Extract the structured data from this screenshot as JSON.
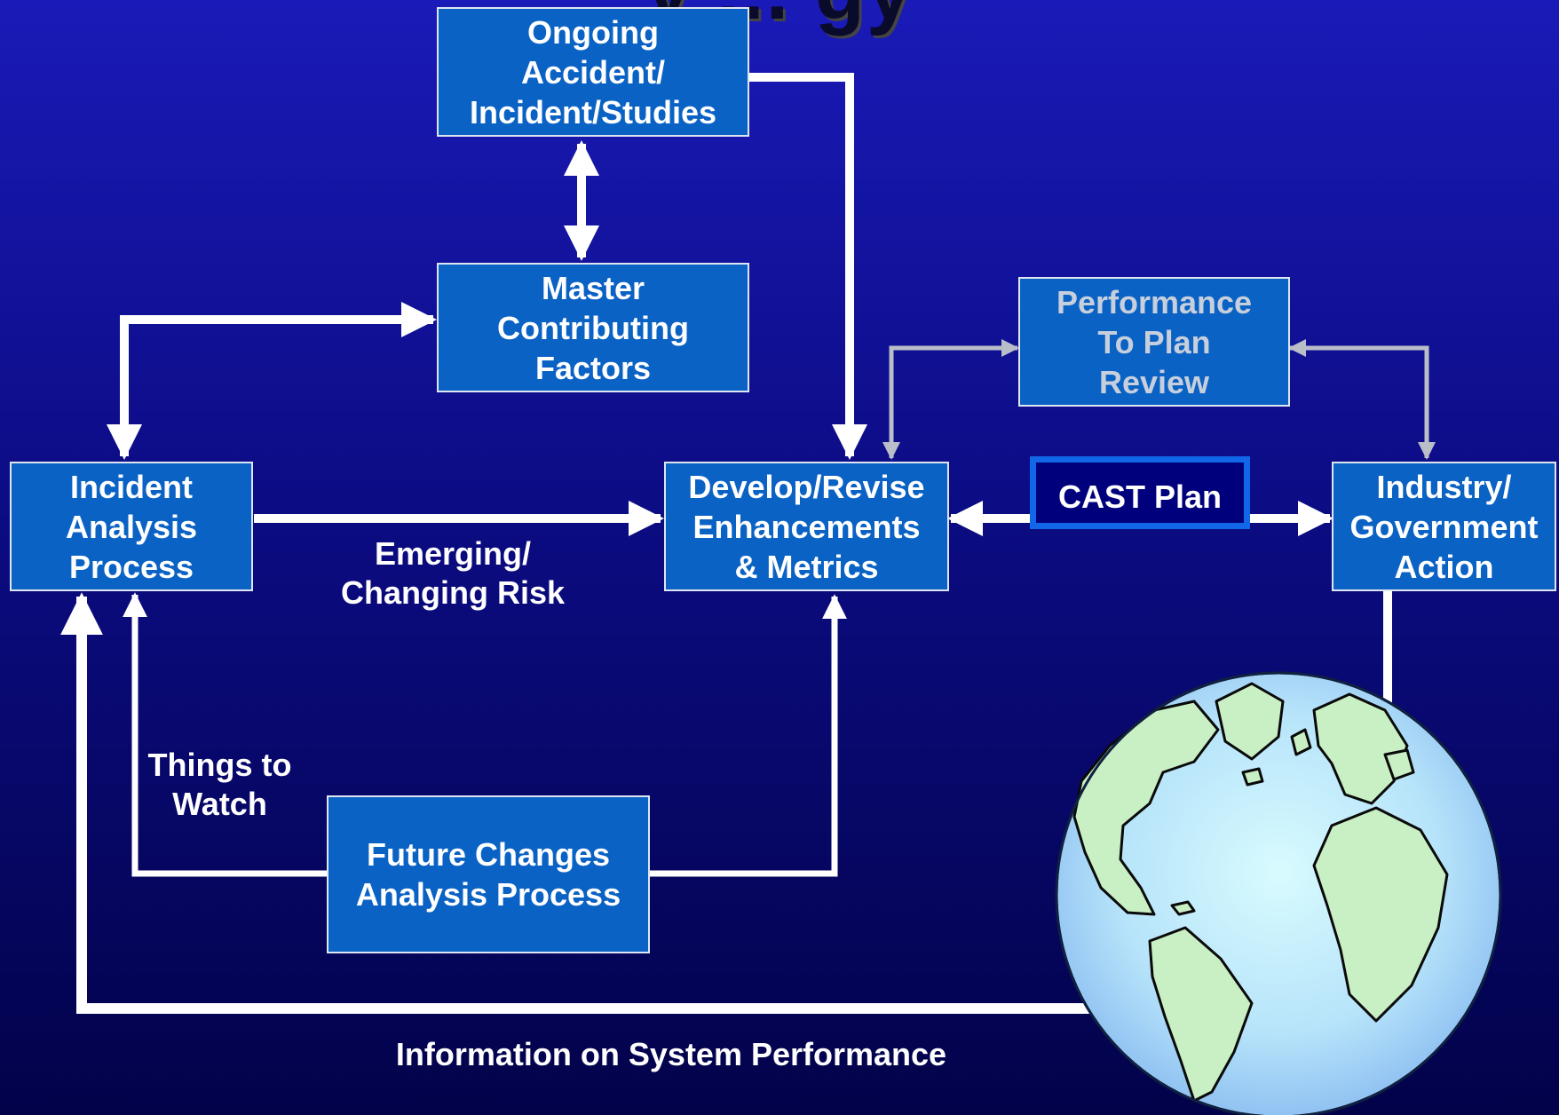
{
  "slide": {
    "title_fragment": "y  ... gy"
  },
  "boxes": {
    "ongoing_studies": "Ongoing\nAccident/\nIncident/Studies",
    "master_factors": "Master\nContributing\nFactors",
    "performance_review": "Performance\nTo Plan\nReview",
    "incident_analysis": "Incident\nAnalysis\nProcess",
    "develop_revise": "Develop/Revise\nEnhancements\n& Metrics",
    "industry_government": "Industry/\nGovernment\nAction",
    "future_changes": "Future Changes\nAnalysis Process",
    "cast_plan": "CAST Plan"
  },
  "labels": {
    "emerging_risk": "Emerging/\nChanging Risk",
    "things_to_watch": "Things to\nWatch",
    "system_performance": "Information on System Performance"
  },
  "colors": {
    "box_fill": "#0a62c4",
    "arrow_white": "#ffffff",
    "arrow_gray": "#b9bec8",
    "cast_border": "#1266e8",
    "ocean": "#c8f4fa",
    "land": "#c8f0c4"
  },
  "icons": {
    "globe": "earth-globe-icon"
  }
}
